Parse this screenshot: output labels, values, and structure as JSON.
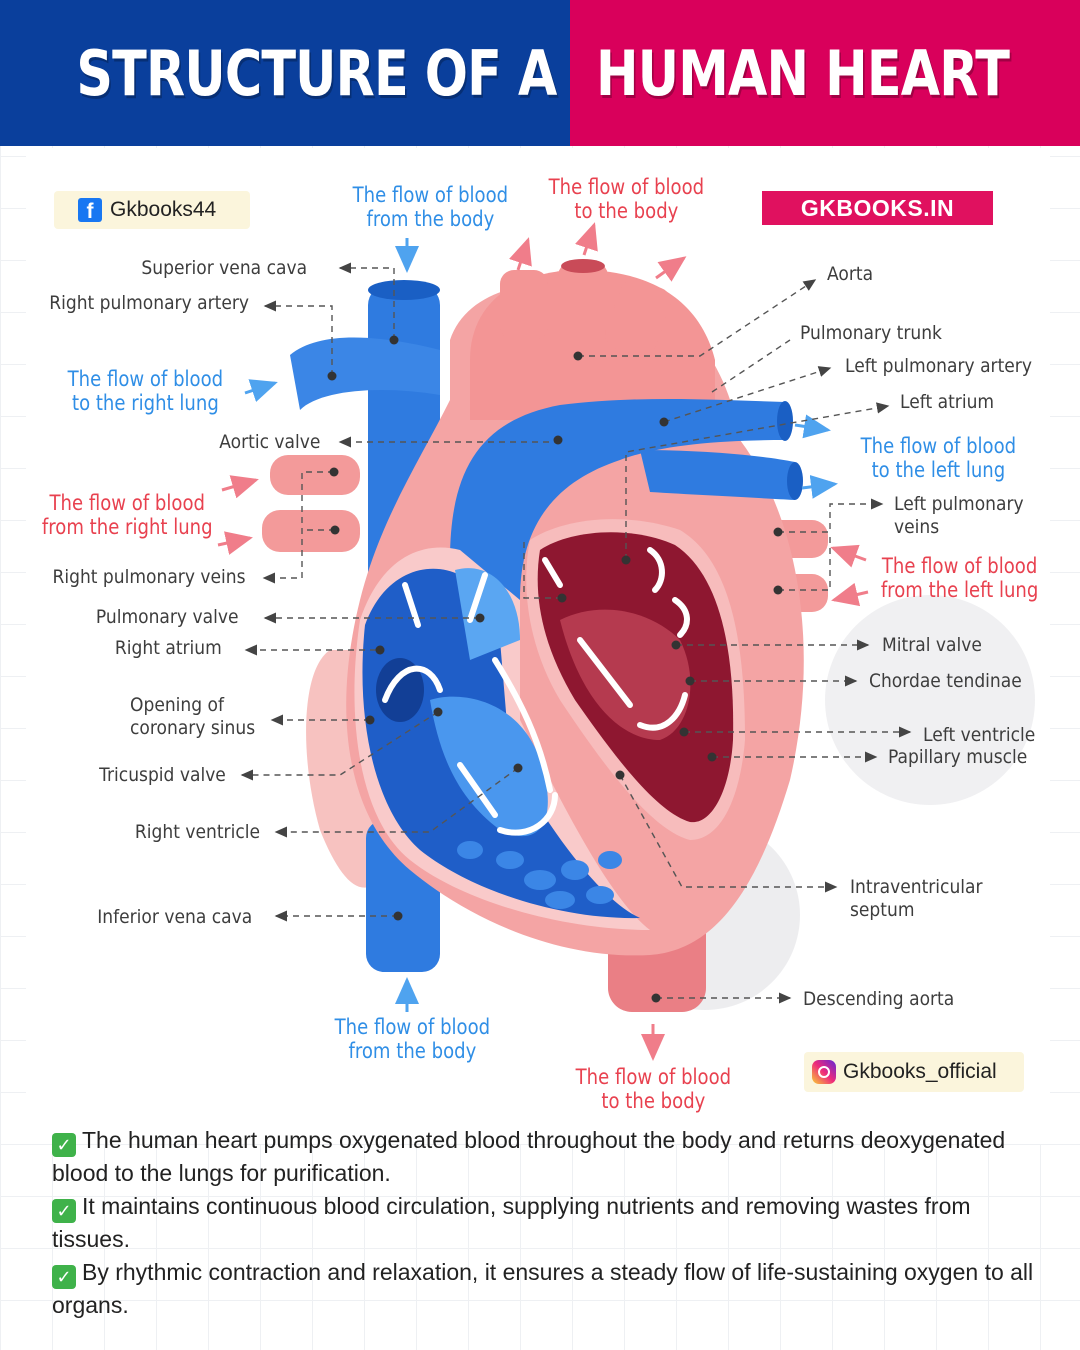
{
  "title": {
    "part1": "STRUCTURE OF A",
    "part2": "HUMAN HEART"
  },
  "social": {
    "facebook": "Gkbooks44",
    "website": "GKBOOKS.IN",
    "instagram": "Gkbooks_official"
  },
  "flows": {
    "body_in_top": "The flow of blood\nfrom the body",
    "body_out_top": "The flow of blood\nto the body",
    "right_lung_to": "The flow of blood\nto the right lung",
    "right_lung_from": "The flow of blood\nfrom the right lung",
    "left_lung_to": "The flow of blood\nto the left lung",
    "left_lung_from": "The flow of blood\nfrom the left lung",
    "body_in_bottom": "The flow of blood\nfrom the body",
    "body_out_bottom": "The flow of blood\nto the body"
  },
  "labels": {
    "superior_vena_cava": "Superior vena cava",
    "right_pulmonary_artery": "Right pulmonary artery",
    "aortic_valve": "Aortic valve",
    "right_pulmonary_veins": "Right pulmonary veins",
    "pulmonary_valve": "Pulmonary valve",
    "right_atrium": "Right atrium",
    "opening_coronary_sinus": "Opening of\ncoronary sinus",
    "tricuspid_valve": "Tricuspid valve",
    "right_ventricle": "Right ventricle",
    "inferior_vena_cava": "Inferior vena cava",
    "aorta": "Aorta",
    "pulmonary_trunk": "Pulmonary trunk",
    "left_pulmonary_artery": "Left pulmonary artery",
    "left_atrium": "Left atrium",
    "left_pulmonary_veins": "Left pulmonary\nveins",
    "mitral_valve": "Mitral valve",
    "chordae_tendinae": "Chordae tendinae",
    "left_ventricle": "Left ventricle",
    "papillary_muscle": "Papillary muscle",
    "intraventricular_septum": "Intraventricular\nseptum",
    "descending_aorta": "Descending aorta"
  },
  "facts": [
    "The human heart pumps oxygenated blood throughout the body and returns deoxygenated blood to the lungs for purification.",
    "It maintains continuous blood circulation, supplying nutrients and removing wastes from tissues.",
    "By rhythmic contraction and relaxation, it ensures a steady flow of life-sustaining oxygen to all organs."
  ],
  "icons": {
    "facebook": "facebook-icon",
    "instagram": "instagram-icon",
    "fact_marker": "check-mark-icon"
  },
  "colors": {
    "banner_left": "#0a3f9c",
    "banner_right": "#d9005b",
    "deoxygenated": "#2f7be0",
    "oxygenated": "#f08888",
    "flow_blue_text": "#2f8ee6",
    "flow_red_text": "#e8414f"
  }
}
